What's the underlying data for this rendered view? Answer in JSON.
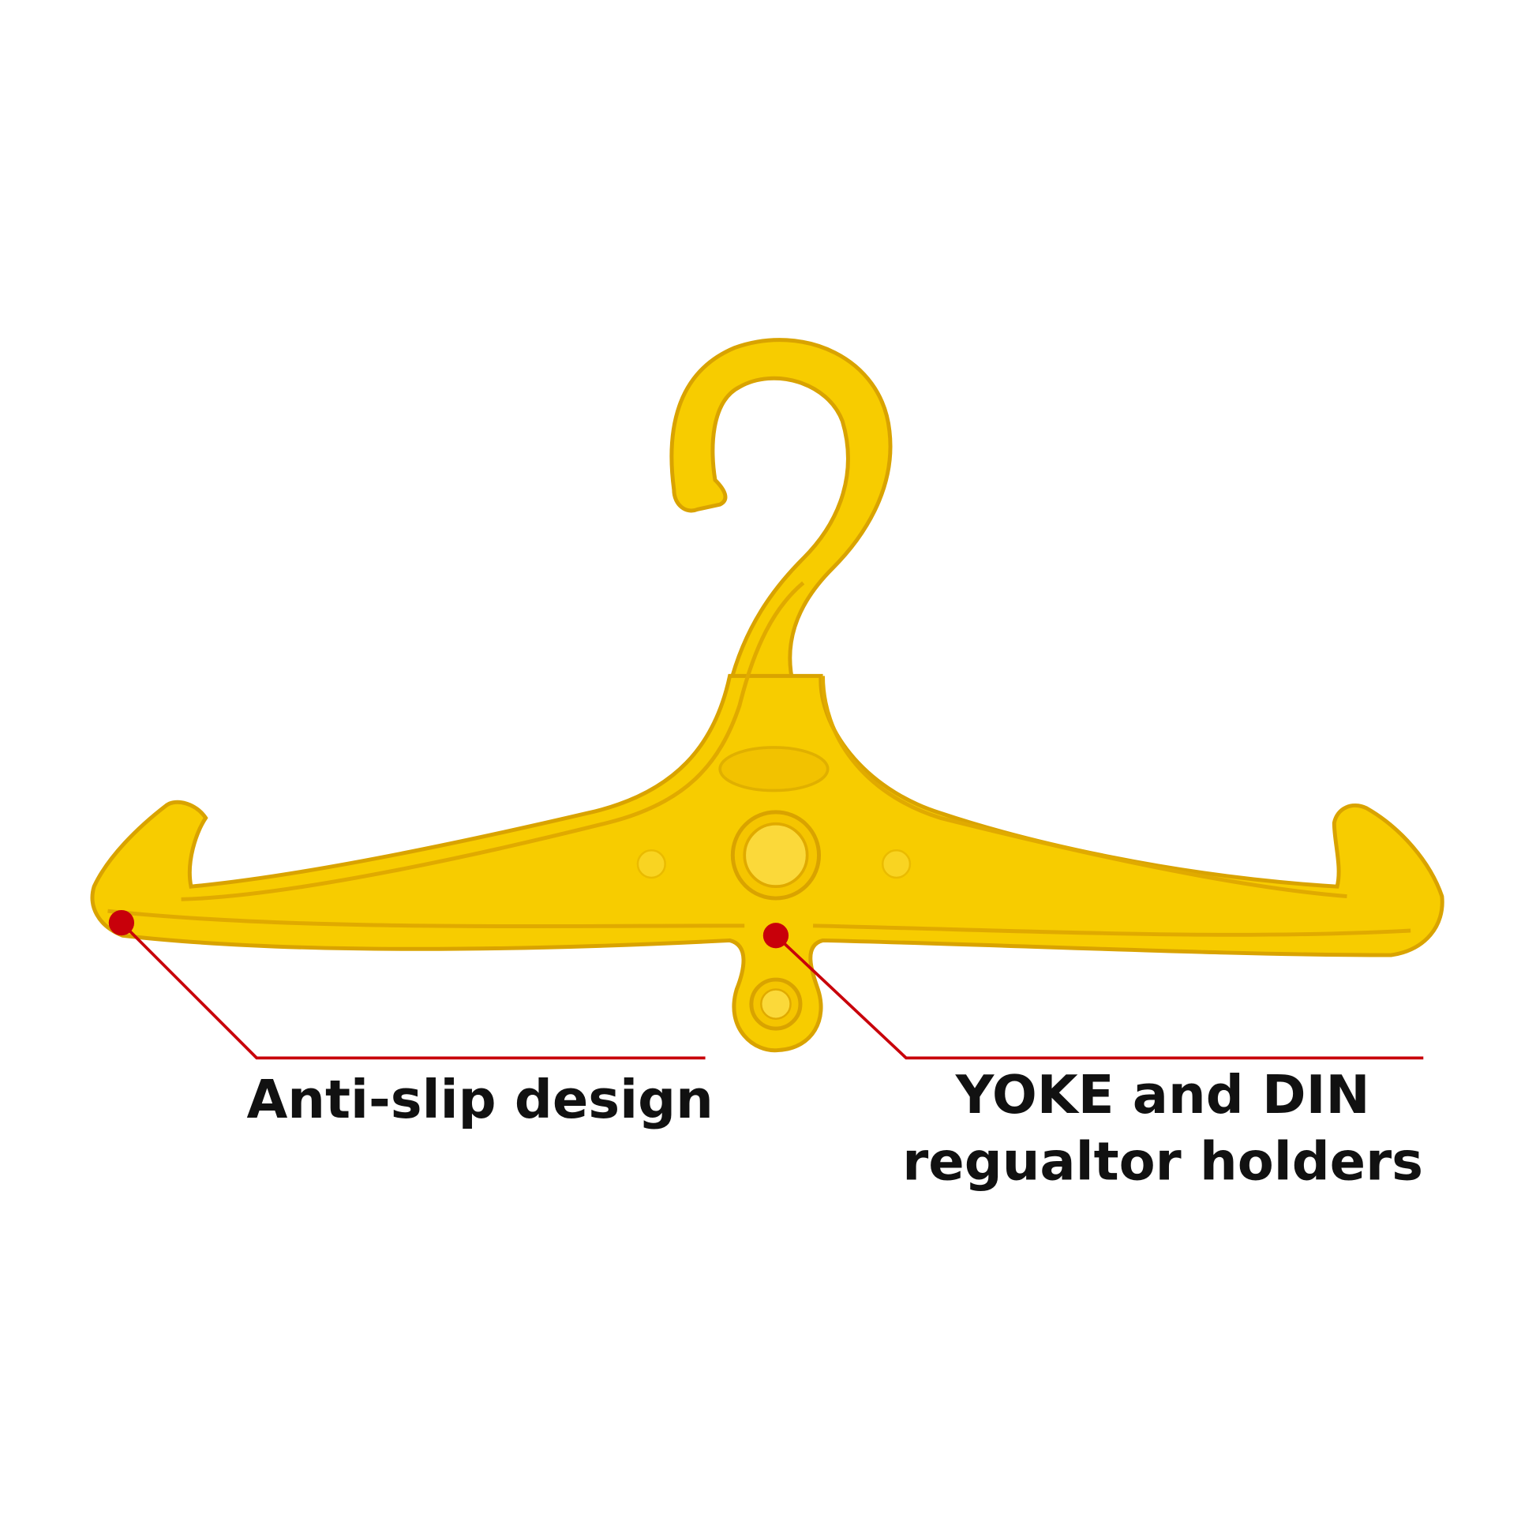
{
  "callouts": [
    {
      "text": "Anti-slip design"
    },
    {
      "line1": "YOKE and DIN",
      "line2": "regualtor holders"
    }
  ],
  "colors": {
    "hanger": "#f7cc00",
    "hanger_edge": "#d9a300",
    "callout": "#c8000a",
    "text": "#111111"
  }
}
